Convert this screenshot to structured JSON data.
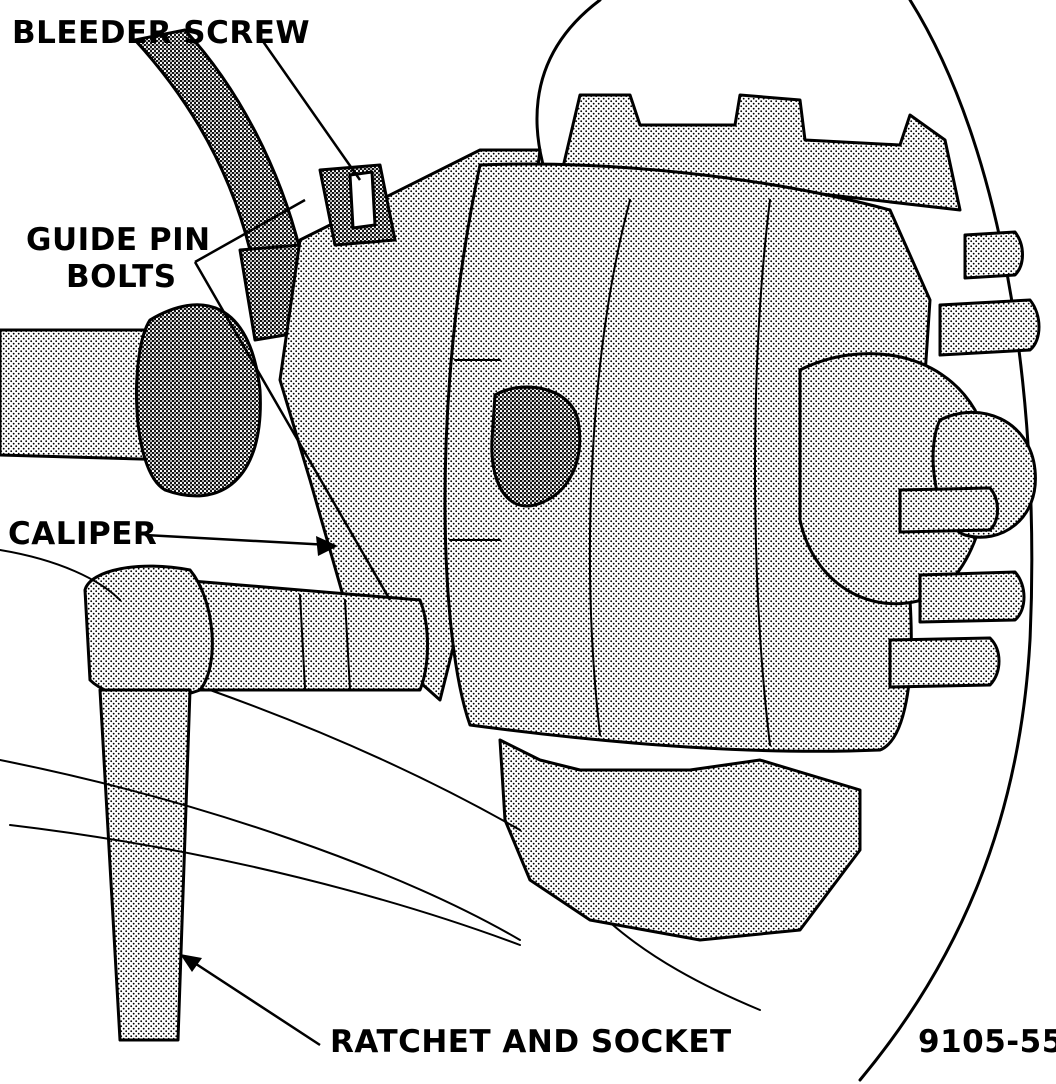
{
  "labels": {
    "bleeder_screw": "BLEEDER SCREW",
    "guide_pin_line1": "GUIDE PIN",
    "guide_pin_line2": "BOLTS",
    "caliper": "CALIPER",
    "ratchet_and_socket": "RATCHET AND SOCKET",
    "figure_number": "9105-55"
  },
  "colors": {
    "ink": "#000000",
    "paper": "#ffffff"
  }
}
